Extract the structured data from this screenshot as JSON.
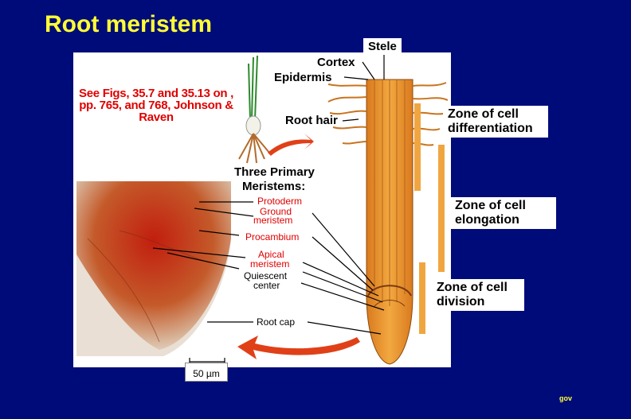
{
  "title": "Root meristem",
  "reference": "See Figs, 35.7 and 35.13 on , pp. 765, and 768, Johnson & Raven",
  "labels": {
    "stele": "Stele",
    "cortex": "Cortex",
    "epidermis": "Epidermis",
    "root_hair": "Root hair",
    "three_primary_1": "Three Primary",
    "three_primary_2": "Meristems:",
    "protoderm": "Protoderm",
    "ground_1": "Ground",
    "ground_2": "meristem",
    "procambium": "Procambium",
    "apical_1": "Apical",
    "apical_2": "meristem",
    "quiescent_1": "Quiescent",
    "quiescent_2": "center",
    "root_cap": "Root cap"
  },
  "zones": {
    "differentiation_1": "Zone of cell",
    "differentiation_2": "differentiation",
    "elongation_1": "Zone of cell",
    "elongation_2": "elongation",
    "division_1": "Zone of cell",
    "division_2": "division"
  },
  "scale_bar": "50 µm",
  "footer": "gov",
  "colors": {
    "background": "#000b7a",
    "title": "#ffff33",
    "accent_red": "#e00000",
    "root": "#e8902a"
  }
}
